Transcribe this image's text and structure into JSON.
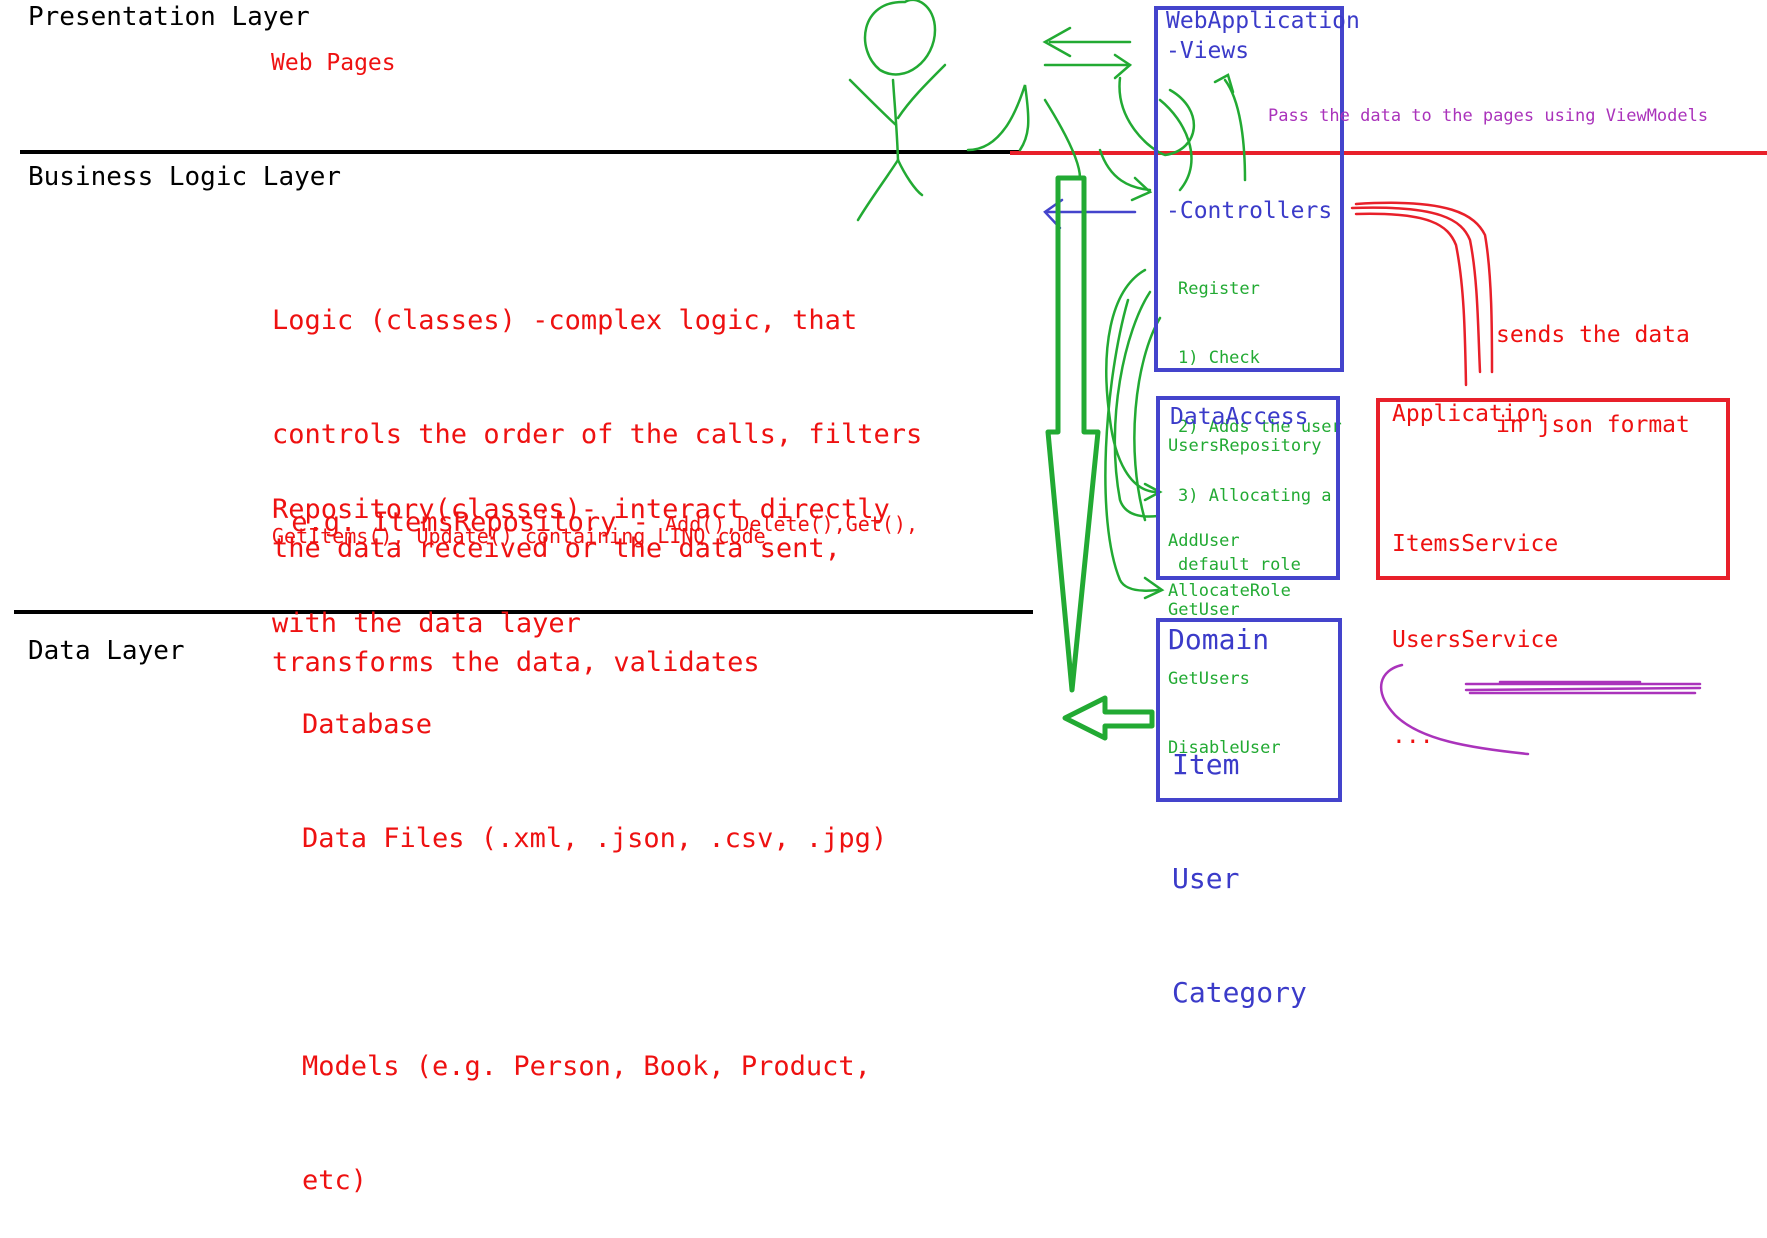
{
  "layers": {
    "presentation": "Presentation Layer",
    "business": "Business Logic Layer",
    "data": "Data Layer"
  },
  "presentation_notes": {
    "web_pages": "Web Pages"
  },
  "business_notes": {
    "logic_lines": [
      "Logic (classes) -complex logic, that",
      "controls the order of the calls, filters",
      "the data received or the data sent,",
      "transforms the data, validates"
    ],
    "repository_lines": [
      "Repository(classes)- interact directly",
      "with the data layer"
    ],
    "example_prefix": "e.g. ItemsRepository - ",
    "example_methods": "Add(),Delete(),Get(),",
    "example_tail": "GetItems(), Update() containing LINQ code"
  },
  "data_notes": {
    "lines": [
      "Database",
      "Data Files (.xml, .json, .csv, .jpg)",
      "",
      "Models (e.g. Person, Book, Product,",
      "etc)"
    ]
  },
  "web_application": {
    "title": "WebApplication",
    "views": "-Views",
    "controllers": "-Controllers",
    "register_lines": [
      "Register",
      "1) Check",
      "2) Adds the user",
      "3) Allocating a",
      "default role"
    ]
  },
  "viewmodels_note": "Pass the data to the pages using ViewModels",
  "data_access": {
    "title": "DataAccess",
    "repo": "UsersRepository",
    "methods": [
      "AddUser",
      "GetUser",
      "GetUsers",
      "DisableUser"
    ],
    "extra_method": "AllocateRole"
  },
  "application": {
    "title": "Application",
    "services": [
      "ItemsService",
      "UsersService",
      "..."
    ]
  },
  "json_note": [
    "sends the data",
    "in json format"
  ],
  "domain": {
    "title": "Domain",
    "items": [
      "Item",
      "User",
      "Category"
    ]
  },
  "colors": {
    "layer_text": "#000000",
    "red": "#ee1111",
    "blue": "#3b3bc9",
    "green": "#22aa33",
    "purple": "#aa33bb"
  }
}
